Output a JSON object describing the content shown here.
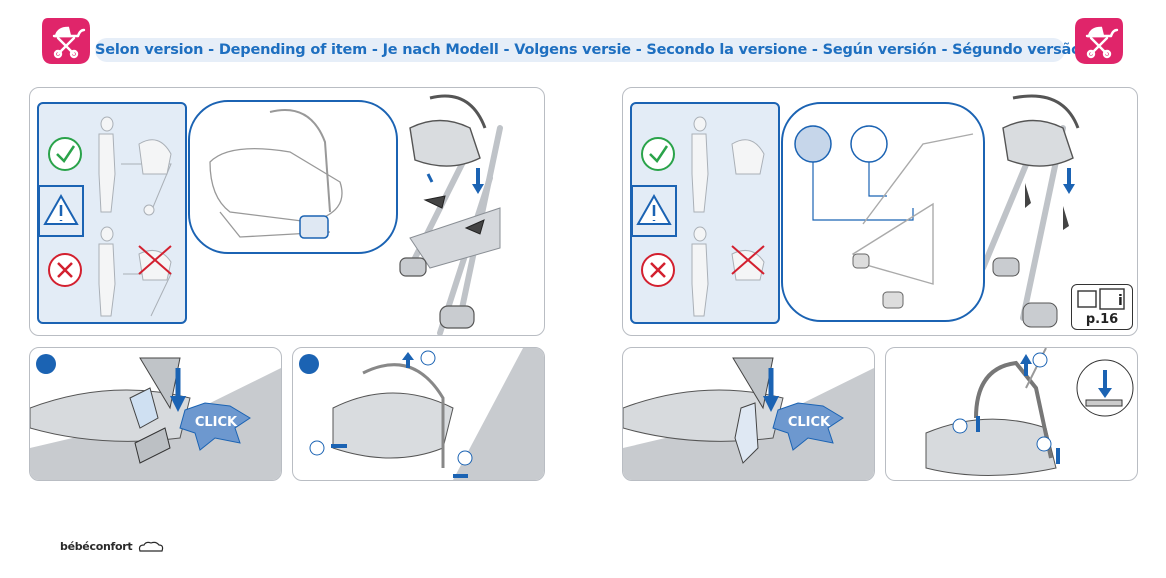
{
  "header": {
    "versions_text": "Selon version - Depending of item - Je nach Modell - Volgens versie - Secondo la versione  - Según versión - Ségundo versão"
  },
  "badges": {
    "brand_color": "#e0256a",
    "icon": "stroller-icon"
  },
  "legend": {
    "ok_icon": "checkmark-icon",
    "warning_icon": "warning-triangle-icon",
    "no_icon": "cross-icon",
    "ok_color": "#2aa34a",
    "no_color": "#d3202f",
    "frame_color": "#1b63b3"
  },
  "click_left": "CLICK",
  "click_right": "CLICK",
  "page_reference": "p.16",
  "footer": {
    "logo_text": "bébéconfort"
  },
  "colors": {
    "accent_blue": "#1b63b3",
    "panel_border": "#b9bdc3"
  }
}
